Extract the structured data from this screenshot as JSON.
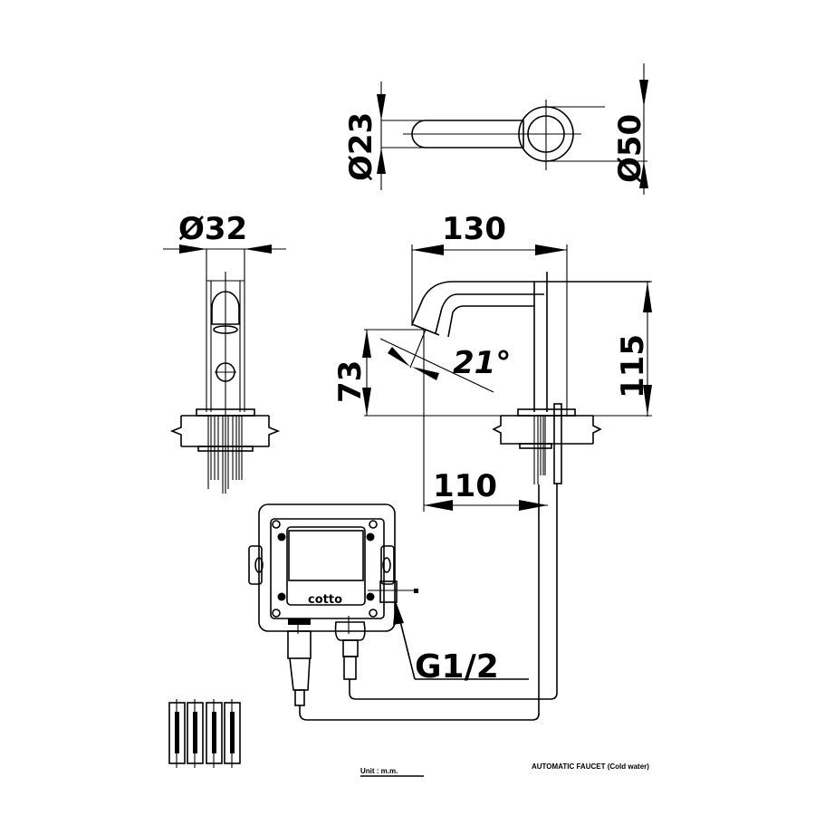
{
  "drawing": {
    "title": "AUTOMATIC FAUCET (Cold water)",
    "unit_label": "Unit : m.m.",
    "brand_logo": "cotto"
  },
  "top_view": {
    "dim_spout_diameter": "Ø23",
    "dim_base_diameter": "Ø50"
  },
  "front_view": {
    "dim_body_diameter": "Ø32"
  },
  "side_view": {
    "dim_reach": "130",
    "dim_height": "115",
    "dim_outlet_height": "73",
    "dim_angle": "21°",
    "dim_hole_distance": "110"
  },
  "control_box": {
    "thread_label": "G1/2"
  },
  "batteries": {
    "count": 4
  },
  "colors": {
    "line": "#000000",
    "background": "#ffffff"
  }
}
